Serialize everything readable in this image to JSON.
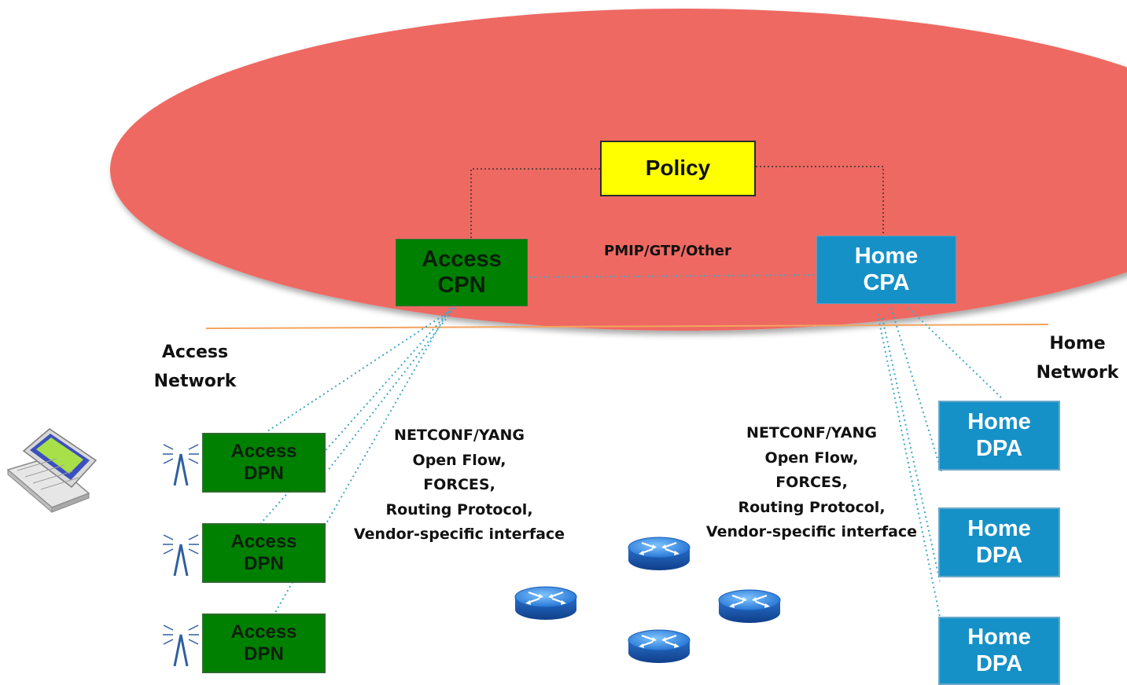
{
  "policy": {
    "label": "Policy"
  },
  "access_cpn": {
    "line1": "Access",
    "line2": "CPN"
  },
  "home_cpa": {
    "line1": "Home",
    "line2": "CPA"
  },
  "pmip_label": "PMIP/GTP/Other",
  "access_network": {
    "line1": "Access",
    "line2": "Network"
  },
  "home_network": {
    "line1": "Home",
    "line2": "Network"
  },
  "access_dpns": [
    {
      "line1": "Access",
      "line2": "DPN"
    },
    {
      "line1": "Access",
      "line2": "DPN"
    },
    {
      "line1": "Access",
      "line2": "DPN"
    }
  ],
  "home_dpas": [
    {
      "line1": "Home",
      "line2": "DPA"
    },
    {
      "line1": "Home",
      "line2": "DPA"
    },
    {
      "line1": "Home",
      "line2": "DPA"
    }
  ],
  "southbound_left": [
    "NETCONF/YANG",
    "Open Flow,",
    "FORCES,",
    "Routing Protocol,",
    "Vendor-specific interface"
  ],
  "southbound_right": [
    "NETCONF/YANG",
    "Open Flow,",
    "FORCES,",
    "Routing Protocol,",
    "Vendor-specific interface"
  ],
  "colors": {
    "control_plane_ellipse": "#ee6962",
    "policy": "#ffff00",
    "access": "#008000",
    "home": "#1691c8",
    "boundary_line": "#f4a460",
    "dotted_link": "#3fa7c9",
    "router": "#2b7fd6",
    "antenna": "#2f5f9f"
  },
  "icons": {
    "device": "laptop-icon",
    "radio": "antenna-icon",
    "router": "router-icon"
  }
}
